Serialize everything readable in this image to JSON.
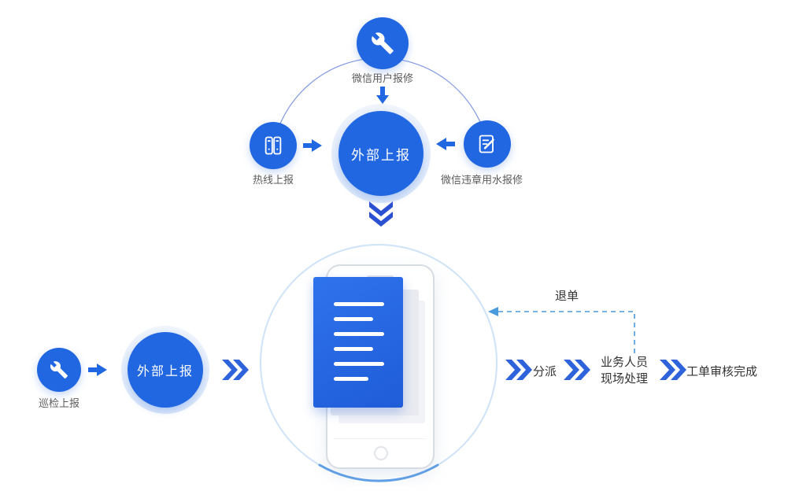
{
  "colors": {
    "primary_blue": "#2267E2",
    "chevron_blue": "#2E63DC",
    "deep_chevron_blue": "#2C50D2",
    "arc_blue": "#8199E3",
    "dashed_blue": "#4A9BDC",
    "big_circle_stroke": "#CFE3F8",
    "label_gray": "#5B5B5B",
    "flow_text_color": "#333333"
  },
  "icons": {
    "top_center": "wrench-icon",
    "hotline": "hotline-icon",
    "wechat_illegal": "document-pen-icon",
    "inspection": "wrench-icon",
    "center_illustration": "phone-with-work-order-document"
  },
  "top_flow": {
    "wechat_user_label": "微信用户报修",
    "hotline_label": "热线上报",
    "wechat_illegal_label": "微信违章用水报修",
    "center_label": "外部上报"
  },
  "bottom_flow": {
    "inspection_label": "巡检上报",
    "external_label": "外部上报",
    "dispatch_label": "分派",
    "personnel_line1": "业务人员",
    "personnel_line2": "现场处理",
    "complete_label": "工单审核完成",
    "return_label": "退单"
  }
}
